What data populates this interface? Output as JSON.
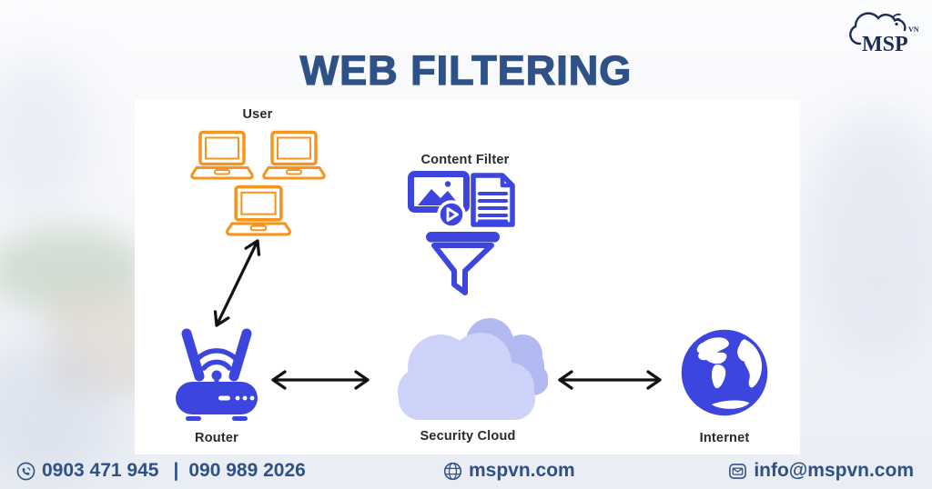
{
  "title": "WEB FILTERING",
  "logo": {
    "name": "MSP",
    "superscript": "VN"
  },
  "diagram": {
    "user_label": "User",
    "content_filter_label": "Content Filter",
    "router_label": "Router",
    "security_cloud_label": "Security Cloud",
    "internet_label": "Internet"
  },
  "footer": {
    "phone_primary": "0903 471 945",
    "separator": "|",
    "phone_secondary": "090 989 2026",
    "website": "mspvn.com",
    "email": "info@mspvn.com"
  },
  "icons": {
    "user": "laptop-icon",
    "content_filter": [
      "image-icon",
      "play-icon",
      "document-icon",
      "funnel-icon"
    ],
    "router": "wifi-router-icon",
    "security_cloud": "cloud-icon",
    "internet": "globe-icon",
    "contact": [
      "phone-icon",
      "globe-icon",
      "envelope-icon"
    ],
    "brand": "msp-cloud-wifi-logo"
  },
  "colors": {
    "title_blue": "#2e5287",
    "accent_orange": "#f7941e",
    "icon_blue": "#3c46de",
    "cloud_front": "#cdd3f8",
    "cloud_back": "#b2baf1",
    "label_dark": "#262a33",
    "footer_blue": "#2e5287",
    "logo_navy": "#1d2b56",
    "arrow_black": "#121212",
    "panel_white": "#ffffff"
  }
}
